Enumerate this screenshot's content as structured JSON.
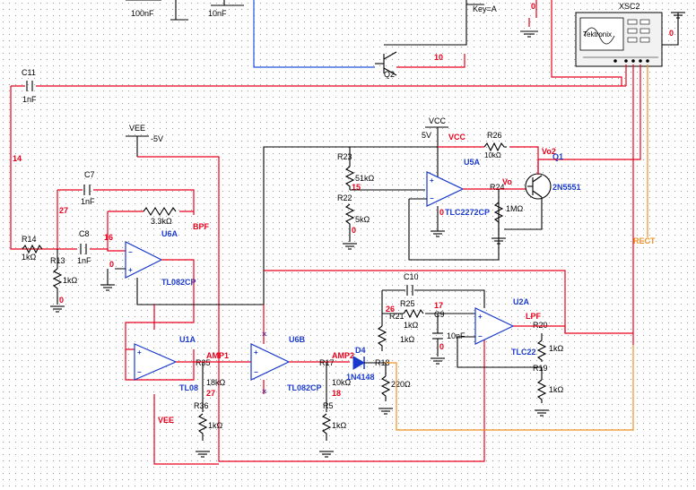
{
  "labels": {
    "c_100nf": "100nF",
    "c_10nf_top": "10nF",
    "key": "Key=A",
    "net_0_top": "0",
    "net_10_top": "10",
    "q2": "Q2",
    "xsc2": "XSC2",
    "tektronix": "Tektronix",
    "net_0_scope": "0",
    "c11": "C11",
    "c11_val": "1nF",
    "net_14": "14",
    "vee_top": "VEE",
    "vee_val": "-5V",
    "c7": "C7",
    "c7_val": "1nF",
    "net_27": "27",
    "r3_val": "3.3kΩ",
    "u6a": "U6A",
    "bpf": "BPF",
    "r14": "R14",
    "r14_val": "1kΩ",
    "c8": "C8",
    "c8_val": "1nF",
    "net_16": "16",
    "r13": "R13",
    "r13_val": "1kΩ",
    "net_0_a": "0",
    "net_0_b": "0",
    "tl082cp_a": "TL082CP",
    "vcc": "VCC",
    "vcc_val": "5V",
    "vcc_red": "VCC",
    "r26": "R26",
    "r26_val": "10kΩ",
    "vo2": "Vo2",
    "q1": "Q1",
    "r23": "R23",
    "r23_val": "51kΩ",
    "net_15": "15",
    "u5a": "U5A",
    "vo": "Vo",
    "r24": "R24",
    "q1_part": "2N5551",
    "r22": "R22",
    "r22_val": "5kΩ",
    "net_0_c": "0",
    "tlc2272cp_a": "TLC2272CP",
    "r_1m": "1MΩ",
    "net_0_d": "0",
    "rect": "RECT",
    "c10": "C10",
    "net_26": "26",
    "r25": "R25",
    "r21": "R21",
    "r21_val": "1kΩ",
    "net_17": "17",
    "c9": "C9",
    "u2a": "U2A",
    "r_1k_mid": "1kΩ",
    "c9_val": "10nF",
    "lpf": "LPF",
    "r20": "R20",
    "net_0_e": "0",
    "u1a": "U1A",
    "r35": "R35",
    "amp1": "AMP1",
    "u6b": "U6B",
    "r17": "R17",
    "amp2": "AMP2",
    "d4": "D4",
    "r18": "R18",
    "tlc22_b": "TLC22",
    "r20_val": "1kΩ",
    "r19": "R19",
    "r_18k": "18kΩ",
    "tl08_a": "TL08",
    "net_27b": "27",
    "r_10k": "10kΩ",
    "tl082cp_b": "TL082CP",
    "d4_part": "1N4148",
    "r_220": "220Ω",
    "net_18": "18",
    "r36": "R36",
    "r_1k_b": "1kΩ",
    "r5": "R5",
    "r_1k_c": "1kΩ",
    "r19_val": "1kΩ",
    "vee_bot": "VEE"
  }
}
